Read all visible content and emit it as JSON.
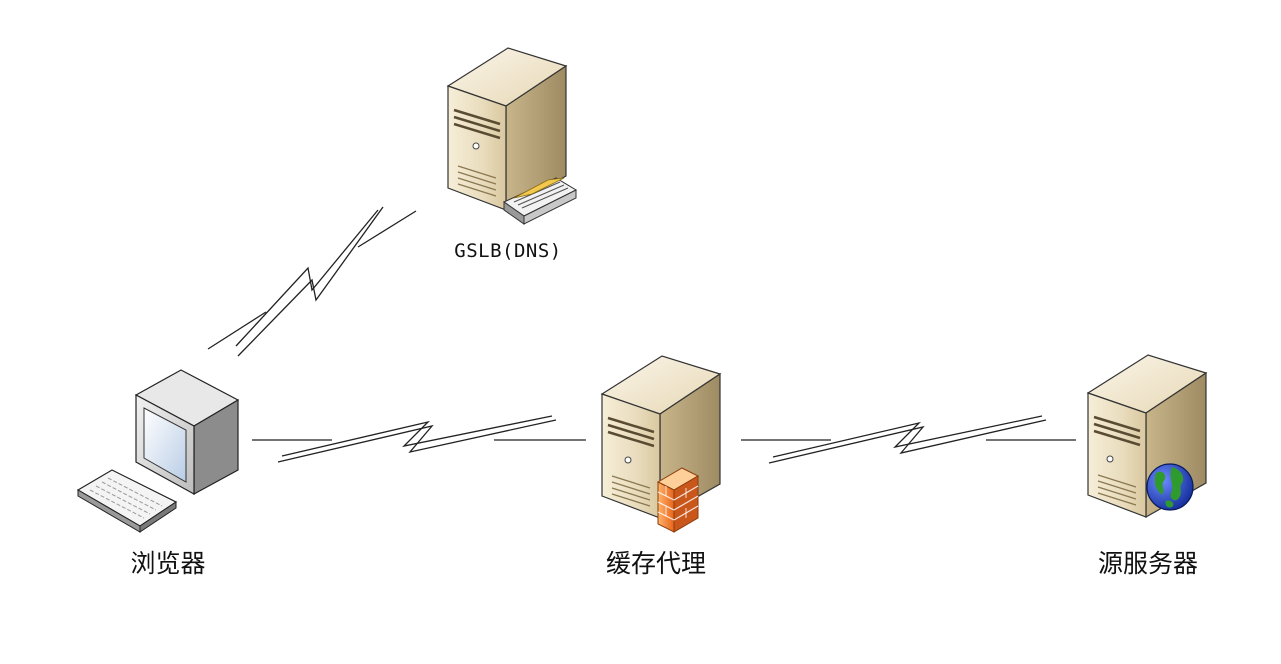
{
  "diagram": {
    "nodes": {
      "dns": {
        "label": "GSLB(DNS)",
        "icon": "dns-server-icon"
      },
      "browser": {
        "label": "浏览器",
        "icon": "desktop-computer-icon"
      },
      "cache": {
        "label": "缓存代理",
        "icon": "proxy-server-firewall-icon"
      },
      "origin": {
        "label": "源服务器",
        "icon": "web-server-globe-icon"
      }
    },
    "links": [
      {
        "from": "browser",
        "to": "dns",
        "style": "wireless-zigzag"
      },
      {
        "from": "browser",
        "to": "cache",
        "style": "wireless-zigzag"
      },
      {
        "from": "cache",
        "to": "origin",
        "style": "wireless-zigzag"
      }
    ],
    "colors": {
      "server_body": "#e9dcbd",
      "server_shade": "#b4a27c",
      "firewall": "#f07a2a",
      "globe_sea": "#2346c8",
      "globe_land": "#2f9b2f",
      "screen": "#dce8f6"
    }
  }
}
